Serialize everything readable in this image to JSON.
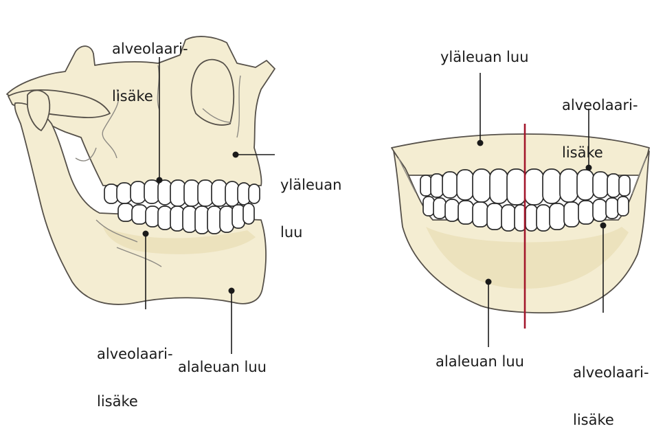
{
  "left_labels": {
    "top_alveolar": [
      "alveolaari-",
      "lisäke"
    ],
    "maxilla": [
      "yläleuan",
      "luu"
    ],
    "bottom_alveolar": [
      "alveolaari-",
      "lisäke"
    ],
    "mandible": "alaleuan luu"
  },
  "right_labels": {
    "maxilla": "yläleuan luu",
    "top_alveolar": [
      "alveolaari-",
      "lisäke"
    ],
    "mandible": "alaleuan luu",
    "bottom_alveolar": [
      "alveolaari-",
      "lisäke"
    ]
  },
  "colors": {
    "bone": "#f4edd2",
    "outline": "#555049",
    "midline": "#a3162b"
  }
}
